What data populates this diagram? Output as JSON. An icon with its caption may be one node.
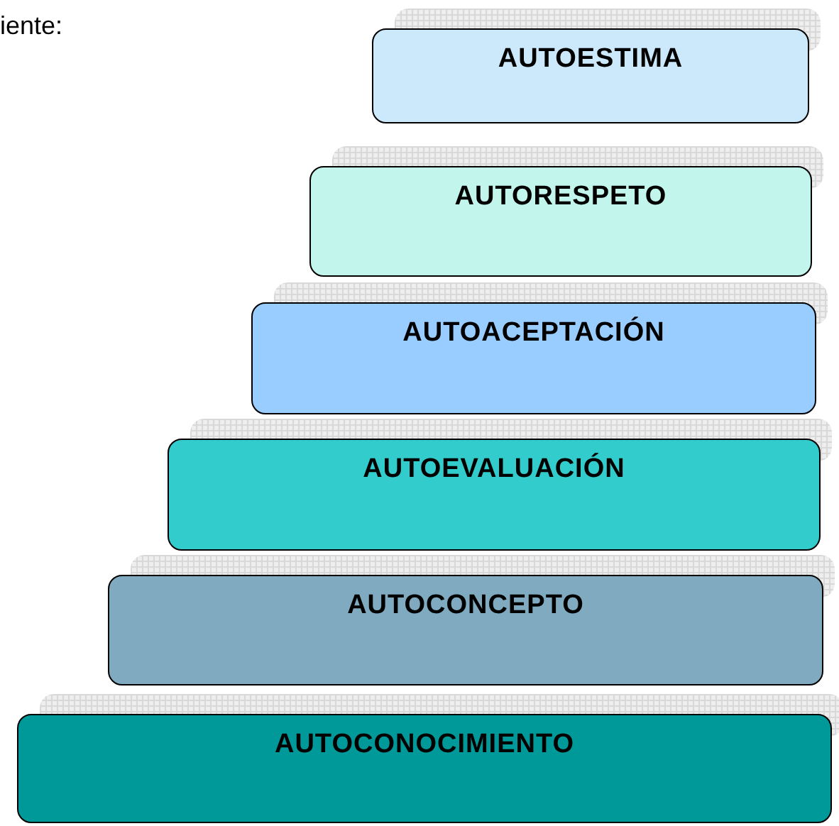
{
  "diagram": {
    "nodes": [
      {
        "text": [
          "AUTOESTIMA"
        ]
      },
      {
        "text": [
          "AUTORESPETO"
        ]
      },
      {
        "text": [
          "AUTOACEPTACIÓN"
        ]
      },
      {
        "text": [
          "AUTOEVALUACIÓN"
        ]
      },
      {
        "text": [
          "AUTOCONCEPTO"
        ]
      },
      {
        "text": [
          "AUTOCONOCIMIENTO"
        ]
      }
    ],
    "labels": [
      "iente:"
    ]
  }
}
